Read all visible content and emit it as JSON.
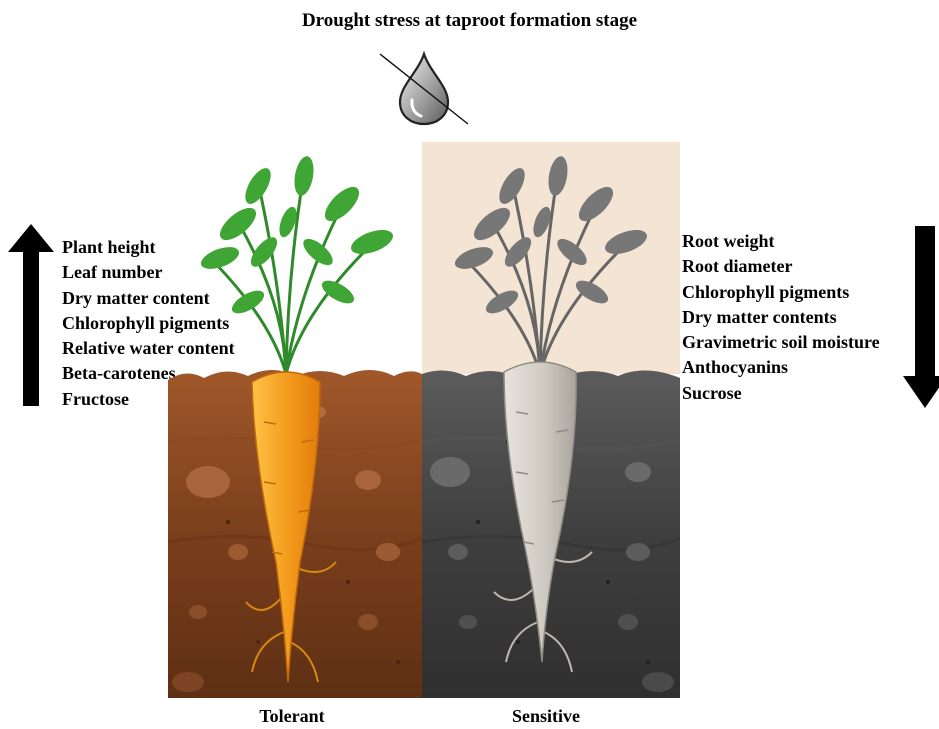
{
  "title": "Drought stress at taproot formation stage",
  "left_panel": {
    "trend": "increase",
    "items": [
      "Plant height",
      "Leaf number",
      "Dry matter content",
      "Chlorophyll pigments",
      "Relative water content",
      "Beta-carotenes",
      "Fructose"
    ]
  },
  "right_panel": {
    "trend": "decrease",
    "items": [
      "Root weight",
      "Root diameter",
      "Chlorophyll pigments",
      "Dry matter contents",
      "Gravimetric soil moisture",
      "Anthocyanins",
      "Sucrose"
    ]
  },
  "labels": {
    "tolerant": "Tolerant",
    "sensitive": "Sensitive"
  },
  "colors": {
    "soil_tolerant": "#7a3f1c",
    "soil_sensitive": "#3f3f3f",
    "carrot_tolerant": "#f39a1c",
    "leaves_tolerant": "#3fa635",
    "carrot_sensitive": "#cfcac2",
    "leaves_sensitive": "#777777",
    "sky_sensitive": "#f4e4d4"
  },
  "icons": {
    "drought": "crossed-water-drop-icon",
    "increase": "up-arrow-icon",
    "decrease": "down-arrow-icon"
  }
}
